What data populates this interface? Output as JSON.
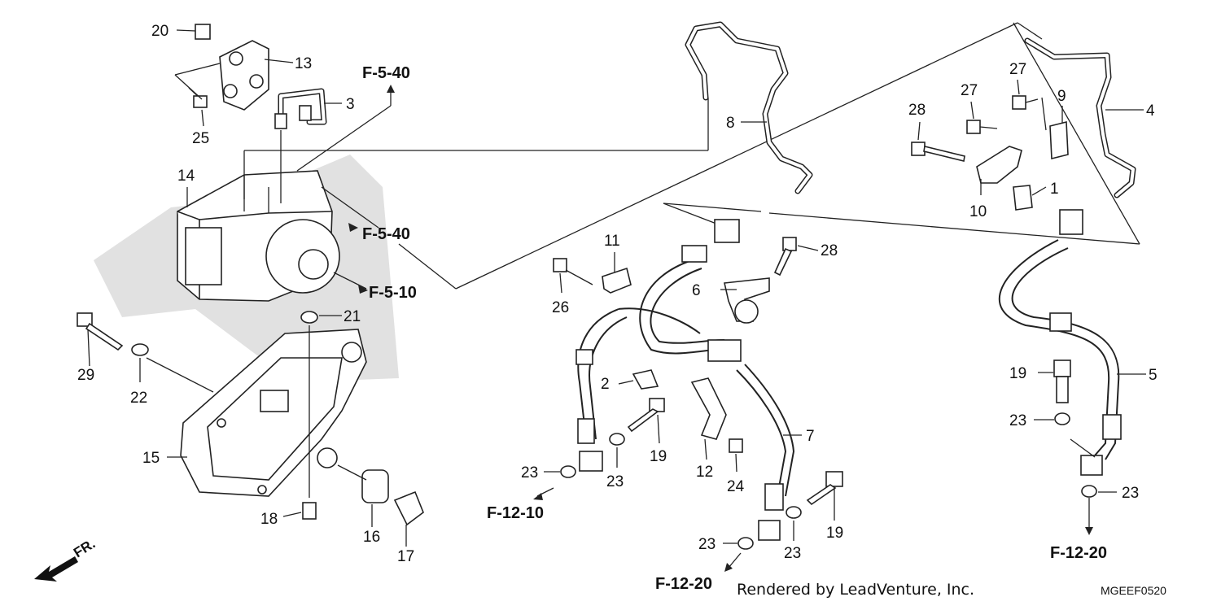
{
  "diagram": {
    "part_labels": {
      "p1": "1",
      "p2": "2",
      "p3": "3",
      "p4": "4",
      "p5": "5",
      "p6": "6",
      "p7": "7",
      "p8": "8",
      "p9": "9",
      "p10": "10",
      "p11": "11",
      "p12": "12",
      "p13": "13",
      "p14": "14",
      "p15": "15",
      "p16": "16",
      "p17": "17",
      "p18": "18",
      "p19": "19",
      "p20": "20",
      "p21": "21",
      "p22": "22",
      "p23": "23",
      "p24": "24",
      "p25": "25",
      "p26": "26",
      "p27": "27",
      "p28": "28",
      "p29": "29"
    },
    "section_refs": {
      "f540": "F-5-40",
      "f510": "F-5-10",
      "f1210": "F-12-10",
      "f1220": "F-12-20"
    },
    "front_marker": "FR.",
    "credit": "Rendered by LeadVenture, Inc.",
    "drawing_code": "MGEEF0520"
  }
}
